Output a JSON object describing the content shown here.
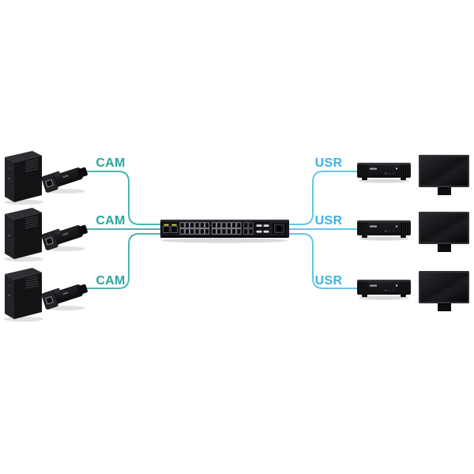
{
  "diagram": {
    "type": "network-topology",
    "colors": {
      "background": "#ffffff",
      "cam_text": "#2aa79d",
      "cam_line": "#4fb5ab",
      "usr_text": "#41b2e2",
      "usr_line": "#66c4ea",
      "device_black": "#141418"
    },
    "rows": [
      {
        "source_label": "CAM",
        "user_label": "USR"
      },
      {
        "source_label": "CAM",
        "user_label": "USR"
      },
      {
        "source_label": "CAM",
        "user_label": "USR"
      }
    ],
    "icons": {
      "source_host": "pc-tower-icon",
      "transmitter": "cam-extender-icon",
      "center": "network-switch-icon",
      "receiver": "usr-receiver-icon",
      "display": "monitor-icon"
    }
  }
}
